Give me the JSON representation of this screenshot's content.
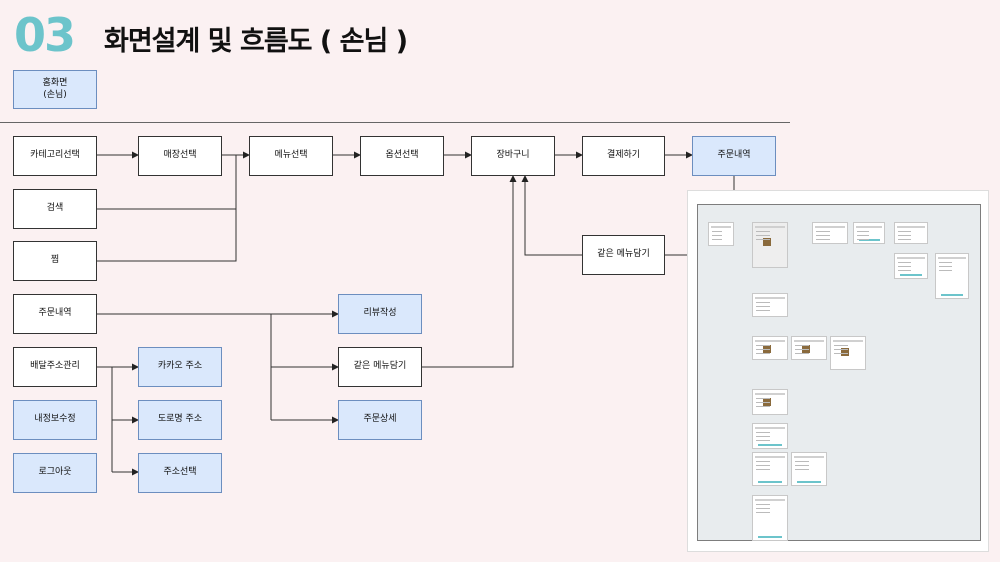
{
  "header": {
    "number": "03",
    "title": "화면설계 및 흐름도 ( 손님 )"
  },
  "home": {
    "label": "홈화면\n(손님)"
  },
  "nodes": {
    "category": "카테고리선택",
    "store": "매장선택",
    "menu": "메뉴선택",
    "option": "옵션선택",
    "cart": "장바구니",
    "payment": "결제하기",
    "order_history_top": "주문내역",
    "search": "검색",
    "wishlist": "찜",
    "same_menu_top": "같은 메뉴담기",
    "order_history": "주문내역",
    "write_review": "리뷰작성",
    "same_menu": "같은 메뉴담기",
    "order_detail": "주문상세",
    "address_manage": "배달주소관리",
    "kakao_address": "카카오 주소",
    "road_address": "도로명 주소",
    "address_select": "주소선택",
    "edit_info": "내정보수정",
    "logout": "로그아웃"
  },
  "colors": {
    "accent": "#6cc4cb",
    "highlight_fill": "#dae8fc",
    "highlight_border": "#6c8ebf",
    "background": "#fbf1f2"
  }
}
